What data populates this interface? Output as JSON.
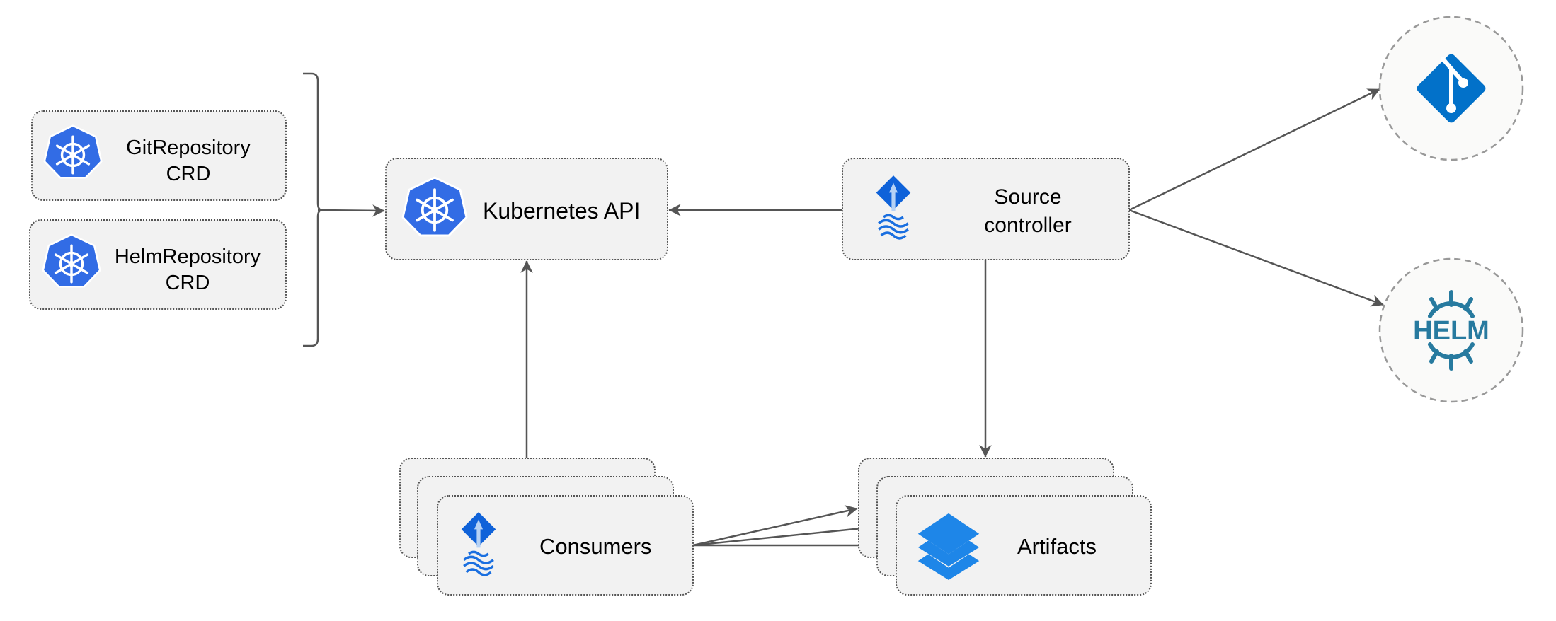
{
  "nodes": {
    "git_repository_crd": {
      "line1": "GitRepository",
      "line2": "CRD",
      "icon": "kubernetes-icon"
    },
    "helm_repository_crd": {
      "line1": "HelmRepository",
      "line2": "CRD",
      "icon": "kubernetes-icon"
    },
    "kubernetes_api": {
      "label": "Kubernetes API",
      "icon": "kubernetes-icon"
    },
    "source_controller": {
      "line1": "Source",
      "line2": "controller",
      "icon": "flux-icon"
    },
    "git": {
      "icon": "git-icon"
    },
    "helm": {
      "label": "HELM",
      "icon": "helm-icon"
    },
    "consumers": {
      "label": "Consumers",
      "icon": "flux-icon"
    },
    "artifacts": {
      "label": "Artifacts",
      "icon": "layers-icon"
    }
  },
  "edges": [
    {
      "from": "crd-group",
      "to": "kubernetes_api"
    },
    {
      "from": "source_controller",
      "to": "kubernetes_api"
    },
    {
      "from": "consumers",
      "to": "kubernetes_api"
    },
    {
      "from": "source_controller",
      "to": "git"
    },
    {
      "from": "source_controller",
      "to": "helm"
    },
    {
      "from": "source_controller",
      "to": "artifacts"
    },
    {
      "from": "consumers",
      "to": "artifacts"
    }
  ],
  "colors": {
    "kubernetes": "#326ce5",
    "flux": "#0f62d9",
    "git": "#0271c9",
    "helm": "#277a9f",
    "layers": "#1e86e8",
    "edge": "#555555",
    "node_fill": "#f2f2f2"
  }
}
